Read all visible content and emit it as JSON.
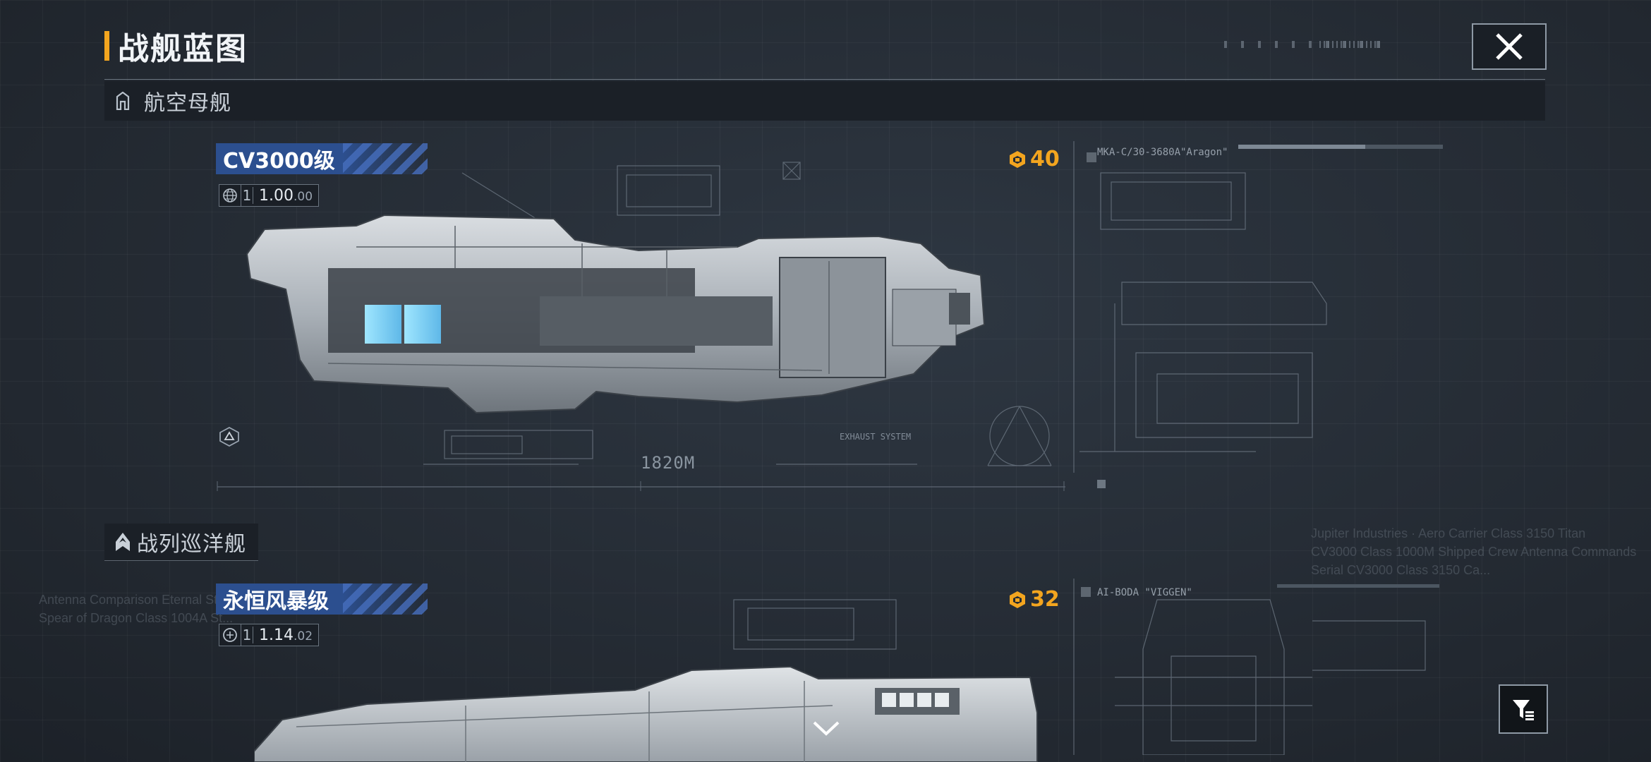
{
  "header": {
    "title": "战舰蓝图",
    "close_icon": "close-icon",
    "accent_color": "#f3a51f"
  },
  "categories": [
    {
      "id": "carrier",
      "label": "航空母舰",
      "icon": "carrier-icon"
    },
    {
      "id": "battlecruiser",
      "label": "战列巡洋舰",
      "icon": "battlecruiser-icon"
    }
  ],
  "ships": [
    {
      "name": "CV3000级",
      "level": "1",
      "value_main": "1.00",
      "value_sub": ".00",
      "points": "40",
      "length": "1820M",
      "blueprint_title": "MKA-C/30-3680A\"Aragon\"",
      "blueprint_note": "EXHAUST SYSTEM"
    },
    {
      "name": "永恒风暴级",
      "level": "1",
      "value_main": "1.14",
      "value_sub": ".02",
      "points": "32",
      "blueprint_title": "AI-BODA \"VIGGEN\""
    }
  ],
  "watermarks": {
    "right_1": "Jupiter Industries · Aero Carrier Class 3150 Titan",
    "right_2": "CV3000 Class 1000M Shipped Crew Antenna Commands",
    "right_3": "Serial CV3000 Class 3150 Ca...",
    "left_1": "Antenna Comparison Eternal Storm",
    "left_2": "Spear of Dragon Class 1004A St..."
  },
  "controls": {
    "filter_icon": "filter-icon",
    "scroll_icon": "chevron-down-icon"
  }
}
